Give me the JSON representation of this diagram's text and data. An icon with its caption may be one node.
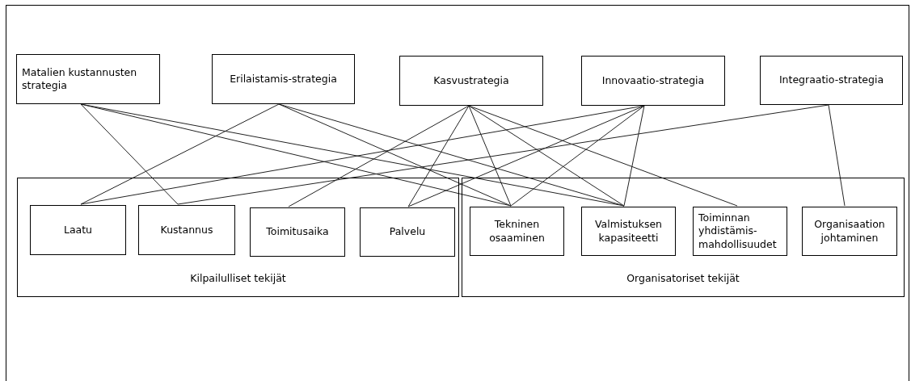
{
  "diagram": {
    "nodes": [
      {
        "text": [
          "Matalien kustannusten strategia"
        ]
      },
      {
        "text": [
          "Erilaistamis-strategia"
        ]
      },
      {
        "text": [
          "Kasvustrategia"
        ]
      },
      {
        "text": [
          "Innovaatio-strategia"
        ]
      },
      {
        "text": [
          "Integraatio-strategia"
        ]
      },
      {
        "text": [
          "Kilpailulliset tekijät"
        ]
      },
      {
        "text": [
          "Laatu"
        ],
        "in": 5
      },
      {
        "text": [
          "Kustannus"
        ],
        "in": 5
      },
      {
        "text": [
          "Toimitusaika"
        ],
        "in": 5
      },
      {
        "text": [
          "Palvelu"
        ],
        "in": 5
      },
      {
        "text": [
          "Organisatoriset tekijät"
        ]
      },
      {
        "text": [
          "Tekninen osaaminen"
        ],
        "in": 10
      },
      {
        "text": [
          "Valmistuksen kapasiteetti"
        ],
        "in": 10
      },
      {
        "text": [
          "Toiminnan yhdistämis-mahdollisuudet"
        ],
        "in": 10
      },
      {
        "text": [
          "Organisaation johtaminen"
        ],
        "in": 10
      }
    ],
    "edges": [
      {
        "from": 0,
        "to": 7,
        "arrow": "none"
      },
      {
        "from": 0,
        "to": 11,
        "arrow": "none"
      },
      {
        "from": 0,
        "to": 12,
        "arrow": "none"
      },
      {
        "from": 1,
        "to": 6,
        "arrow": "none"
      },
      {
        "from": 1,
        "to": 11,
        "arrow": "none"
      },
      {
        "from": 1,
        "to": 12,
        "arrow": "none"
      },
      {
        "from": 2,
        "to": 8,
        "arrow": "none"
      },
      {
        "from": 2,
        "to": 9,
        "arrow": "none"
      },
      {
        "from": 2,
        "to": 11,
        "arrow": "none"
      },
      {
        "from": 2,
        "to": 12,
        "arrow": "none"
      },
      {
        "from": 2,
        "to": 13,
        "arrow": "none"
      },
      {
        "from": 3,
        "to": 6,
        "arrow": "none"
      },
      {
        "from": 3,
        "to": 9,
        "arrow": "none"
      },
      {
        "from": 3,
        "to": 11,
        "arrow": "none"
      },
      {
        "from": 3,
        "to": 12,
        "arrow": "none"
      },
      {
        "from": 4,
        "to": 7,
        "arrow": "none"
      },
      {
        "from": 4,
        "to": 14,
        "arrow": "none"
      }
    ]
  }
}
